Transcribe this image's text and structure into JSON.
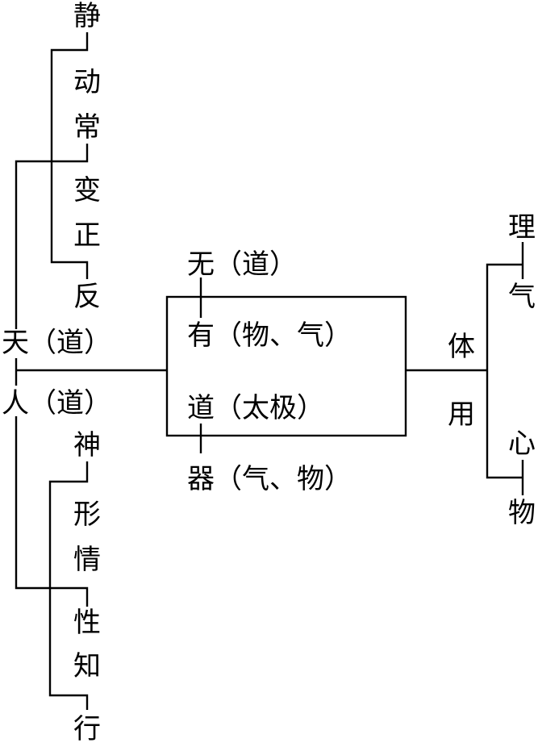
{
  "left_tree": {
    "upper_chars": [
      "静",
      "动",
      "常",
      "变",
      "正",
      "反"
    ],
    "tian_label": "天（道）",
    "ren_label": "人（道）",
    "lower_chars": [
      "神",
      "形",
      "情",
      "性",
      "知",
      "行"
    ]
  },
  "center": {
    "wu": "无（道）",
    "you": "有（物、气）",
    "dao": "道（太极）",
    "qi": "器（气、物）"
  },
  "right_tree": {
    "ti": "体",
    "yong": "用",
    "li": "理",
    "qi": "气",
    "xin": "心",
    "wu": "物"
  }
}
